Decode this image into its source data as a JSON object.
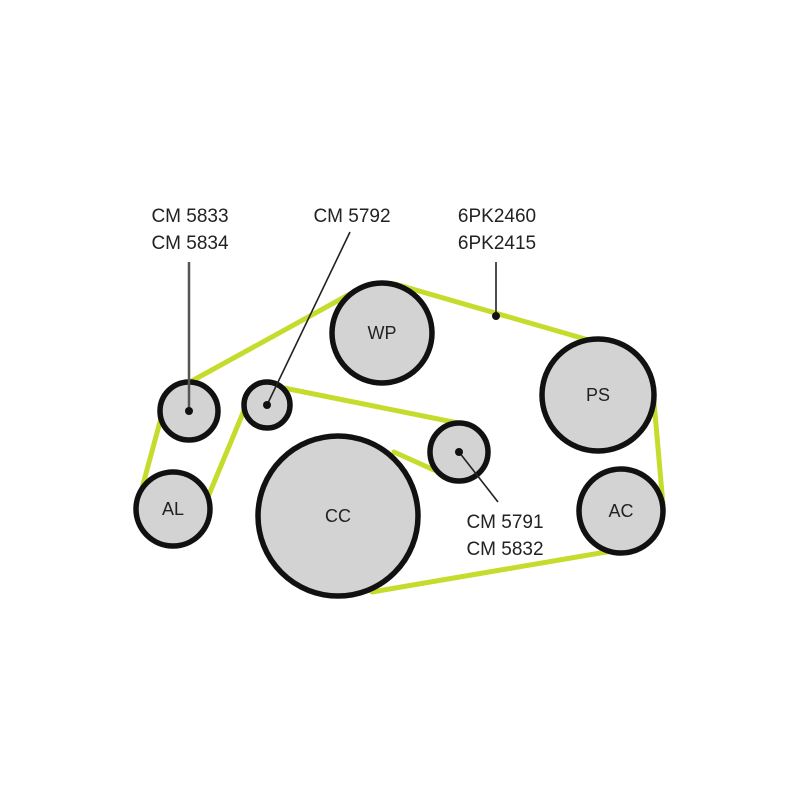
{
  "colors": {
    "belt": "#c5dc2c",
    "pulley_fill": "#d3d3d3",
    "outline": "#111111"
  },
  "pulleys": {
    "wp": "WP",
    "ps": "PS",
    "ac": "AC",
    "cc": "CC",
    "al": "AL"
  },
  "labels": {
    "tensioner_left": [
      "CM 5833",
      "CM 5834"
    ],
    "idler_top": [
      "CM 5792"
    ],
    "belt": [
      "6PK2460",
      "6PK2415"
    ],
    "idler_right": [
      "CM 5791",
      "CM 5832"
    ]
  }
}
